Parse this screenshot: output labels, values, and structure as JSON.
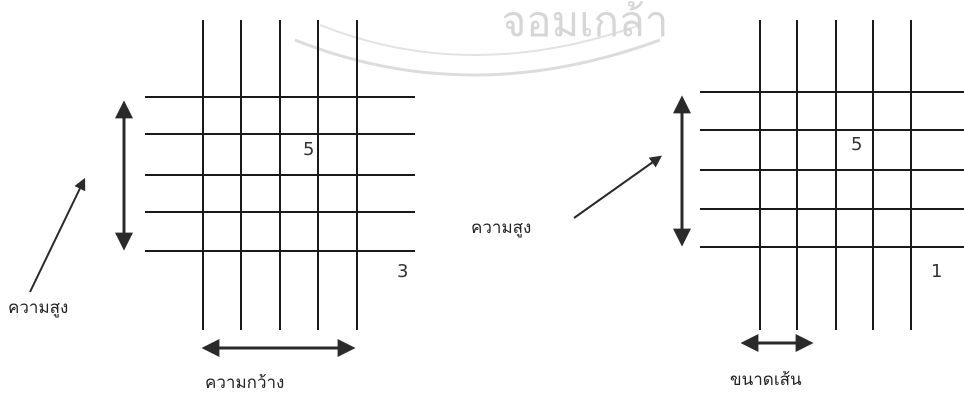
{
  "watermark": {
    "text": "จอมเกล้า",
    "color": "#d4d4d4"
  },
  "left_diagram": {
    "height_label": "ความสูง",
    "width_label": "ความกว้าง",
    "count_inner": "5",
    "count_corner": "3",
    "vertical_lines": 5,
    "horizontal_lines": 5
  },
  "right_diagram": {
    "height_label": "ความสูง",
    "line_size_label": "ขนาดเส้น",
    "count_inner": "5",
    "count_corner": "1",
    "vertical_lines": 5,
    "horizontal_lines": 5
  },
  "colors": {
    "line": "#1a1a1a",
    "arrow": "#2a2a2a"
  }
}
